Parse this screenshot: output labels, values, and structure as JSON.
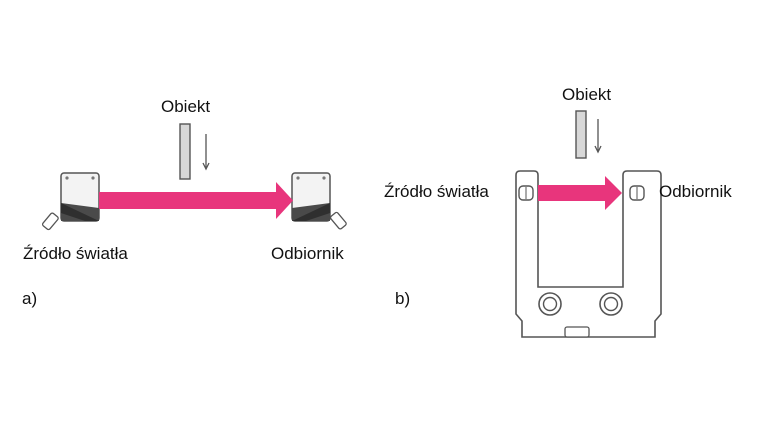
{
  "diagram_a": {
    "object_label": "Obiekt",
    "source_label": "Źródło światła",
    "receiver_label": "Odbiornik",
    "panel_label": "a)"
  },
  "diagram_b": {
    "object_label": "Obiekt",
    "source_label": "Źródło światła",
    "receiver_label": "Odbiornik",
    "panel_label": "b)"
  },
  "colors": {
    "beam": "#e8357c",
    "outline": "#444444",
    "sensor_fill": "#f2f2f2",
    "sensor_dark": "#555555"
  }
}
